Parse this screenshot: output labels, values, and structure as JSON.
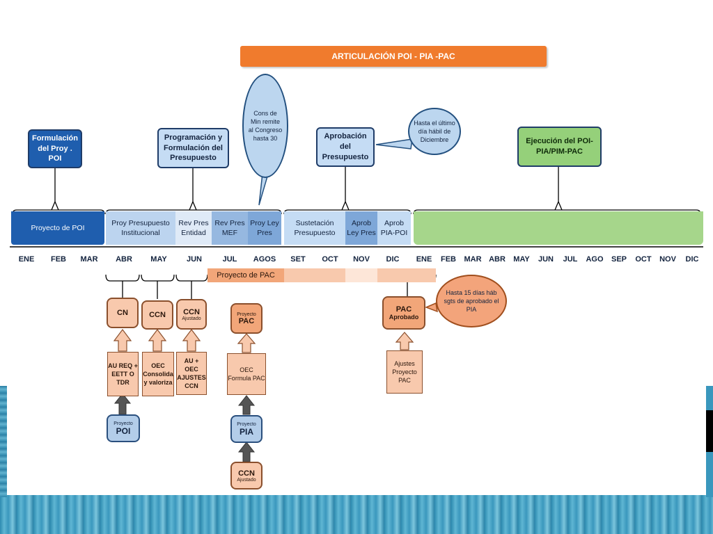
{
  "title": "ARTICULACIÓN POI - PIA -PAC",
  "top_boxes": {
    "formulacion": "Formulación del Proy . POI",
    "programacion": "Programación y Formulación del Presupuesto",
    "aprobacion": "Aprobación del Presupuesto",
    "ejecucion": "Ejecución del POI- PIA/PIM-PAC"
  },
  "bubbles": {
    "cons_min": "Cons de Min remite al Congreso hasta 30",
    "hasta_ultimo": "Hasta el último día hábil de Diciembre",
    "hasta_15": "Hasta 15 días háb sgts de aprobado el PIA"
  },
  "phases": {
    "proyecto_poi": "Proyecto de POI",
    "proy_pres_inst": "Proy Presupuesto Institucional",
    "rev_pres_entidad": "Rev Pres Entidad",
    "rev_pres_mef": "Rev Pres MEF",
    "proy_ley_pres": "Proy Ley Pres",
    "sustetacion": "Sustetación Presupuesto",
    "aprob_ley_pres": "Aprob Ley Pres",
    "aprob_pia_poi": "Aprob PIA-POI"
  },
  "months": [
    "ENE",
    "FEB",
    "MAR",
    "ABR",
    "MAY",
    "JUN",
    "JUL",
    "AGOS",
    "SET",
    "OCT",
    "NOV",
    "DIC",
    "ENE",
    "FEB",
    "MAR",
    "ABR",
    "MAY",
    "JUN",
    "JUL",
    "AGO",
    "SEP",
    "OCT",
    "NOV",
    "DIC"
  ],
  "pac_band": "Proyecto de PAC",
  "lower": {
    "cn": "CN",
    "ccn": "CCN",
    "ccn_ajustado_main": "CCN",
    "ccn_ajustado_sub": "Ajustado",
    "proyecto_pac_sub": "Proyecto",
    "proyecto_pac_main": "PAC",
    "pac_aprobado_main": "PAC",
    "pac_aprobado_sub": "Aprobado",
    "au_req": "AU REQ + EETT O TDR",
    "oec_consolida": "OEC Consolida y valoriza",
    "au_oec_ajustes": "AU + OEC AJUSTES CCN",
    "oec_formula": "OEC Formula PAC",
    "ajustes_proyecto": "Ajustes Proyecto PAC",
    "proyecto_poi_sub": "Proyecto",
    "proyecto_poi_main": "POI",
    "proyecto_pia_sub": "Proyecto",
    "proyecto_pia_main": "PIA",
    "ccn_bottom_main": "CCN",
    "ccn_bottom_sub": "Ajustado"
  },
  "colors": {
    "title_orange": "#f07b2d",
    "dark_blue": "#1f5eae",
    "light_blue": "#c5dcf4",
    "green": "#95d07a",
    "peach": "#f8c9ad"
  }
}
